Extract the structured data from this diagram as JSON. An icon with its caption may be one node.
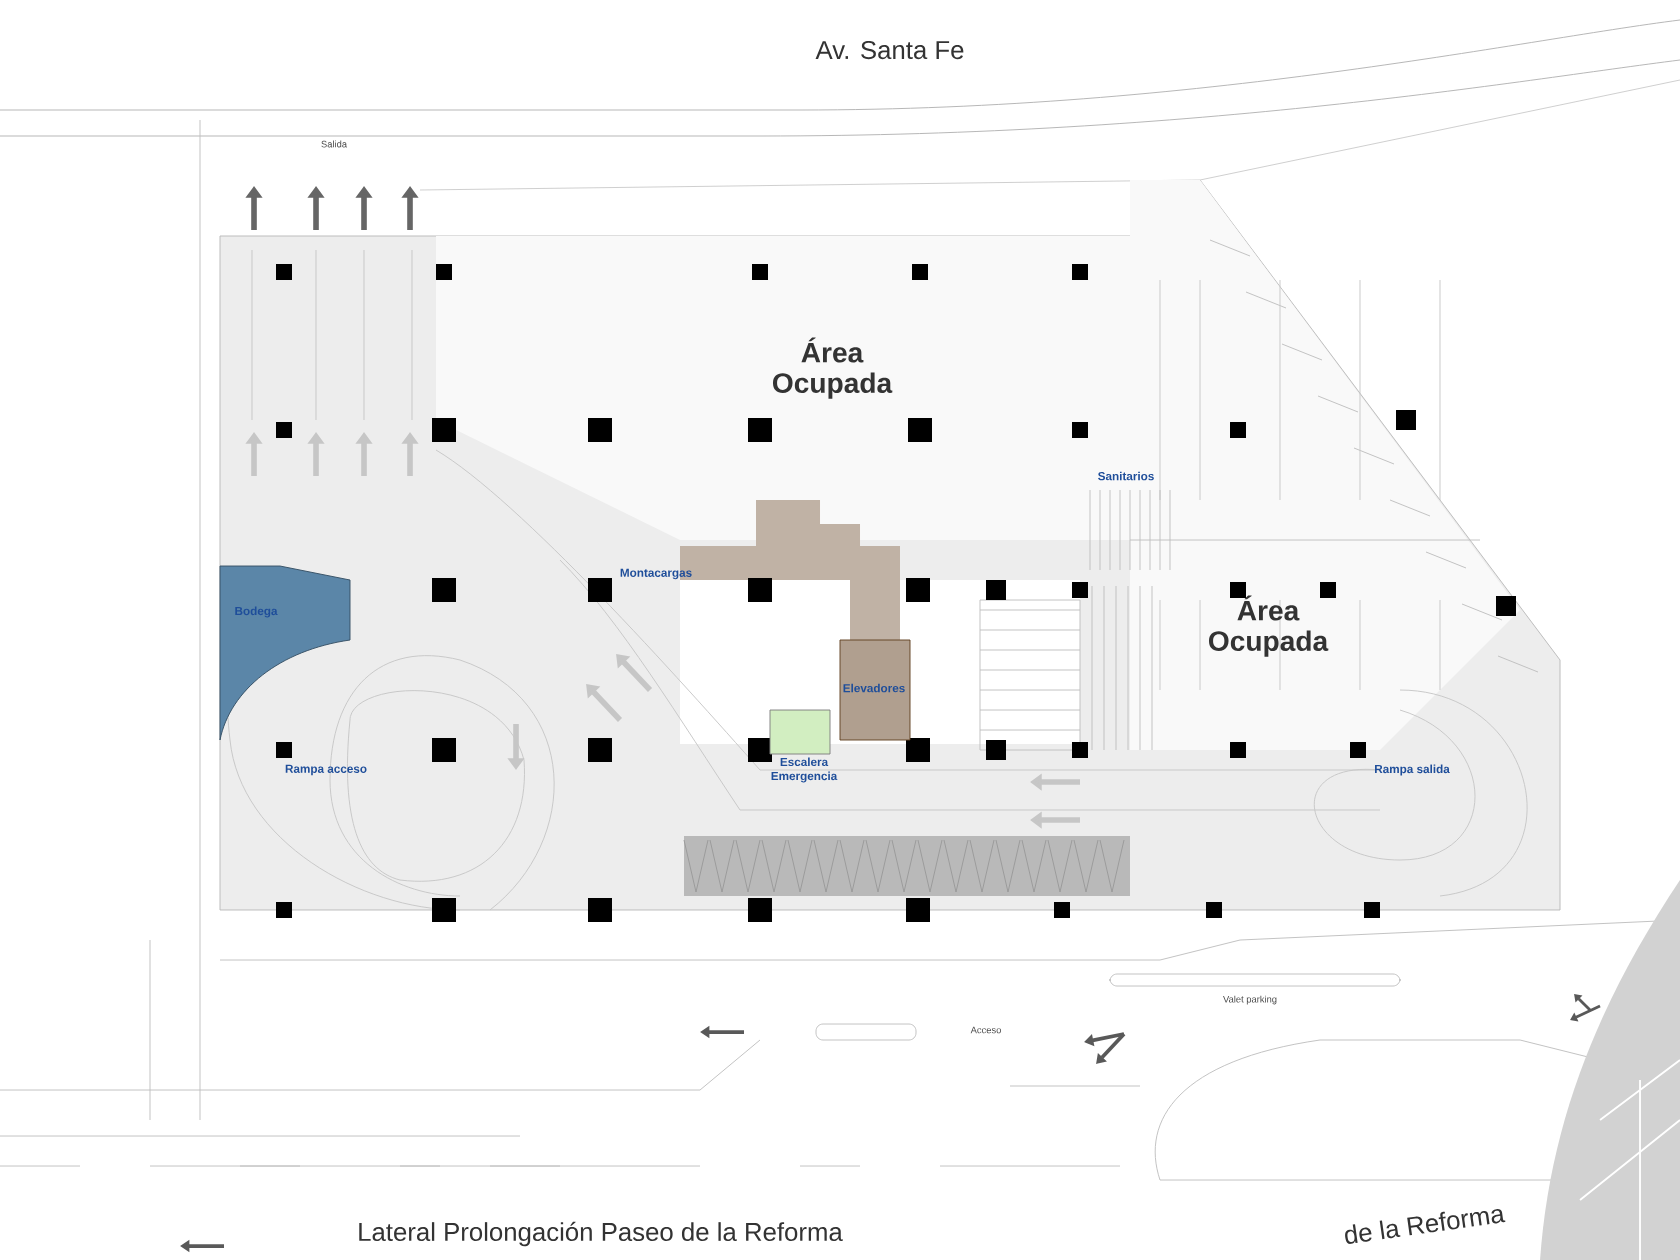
{
  "diagram": {
    "nodes": [
      {
        "text": [
          "Bodega"
        ]
      },
      {
        "text": [
          "Elevadores"
        ]
      },
      {
        "text": [
          "Escalera Emergencia"
        ]
      }
    ],
    "labels": [
      "Av. Santa Fe",
      "Salida",
      "Área Ocupada",
      "Sanitarios",
      "Montacargas",
      "Área Ocupada",
      "Rampa acceso",
      "Rampa salida",
      "Valet parking",
      "Acceso",
      "Lateral Prolongación Paseo de la Reforma",
      "de la Reforma"
    ]
  }
}
